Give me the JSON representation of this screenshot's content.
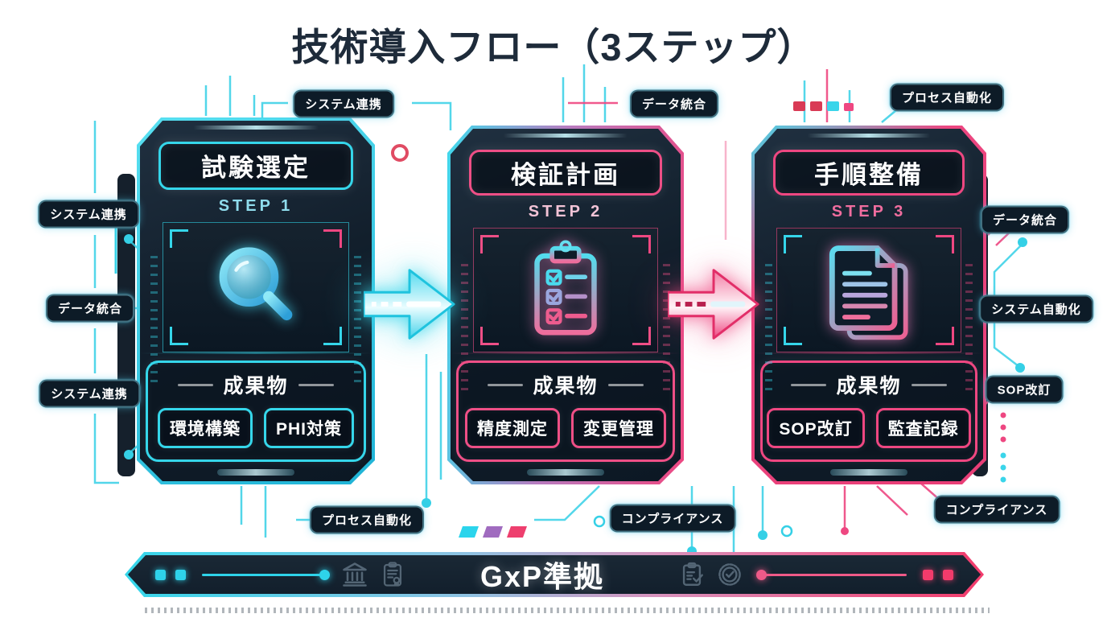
{
  "title": "技術導入フロー（3ステップ）",
  "steps": [
    {
      "name": "試験選定",
      "step_label": "STEP 1",
      "icon": "magnifier-icon",
      "deliverables_title": "成果物",
      "deliverables": [
        "環境構築",
        "PHI対策"
      ]
    },
    {
      "name": "検証計画",
      "step_label": "STEP 2",
      "icon": "checklist-clipboard-icon",
      "deliverables_title": "成果物",
      "deliverables": [
        "精度測定",
        "変更管理"
      ]
    },
    {
      "name": "手順整備",
      "step_label": "STEP 3",
      "icon": "documents-icon",
      "deliverables_title": "成果物",
      "deliverables": [
        "SOP改訂",
        "監査記録"
      ]
    }
  ],
  "floating_labels": {
    "top": [
      "システム連携",
      "データ統合",
      "プロセス自動化"
    ],
    "left": [
      "システム連携",
      "データ統合",
      "システム連携"
    ],
    "right": [
      "データ統合",
      "システム自動化",
      "SOP改訂"
    ],
    "bottom": [
      "プロセス自動化",
      "コンプライアンス",
      "コンプライアンス"
    ]
  },
  "footer": {
    "label": "GxP準拠",
    "icons": [
      "bank-icon",
      "certificate-icon",
      "clipboard-check-icon",
      "seal-check-icon"
    ]
  },
  "colors": {
    "cyan": "#35d6ea",
    "pink": "#ee4781",
    "panel_dark": "#121f2c",
    "title_text": "#1e2b3a"
  }
}
